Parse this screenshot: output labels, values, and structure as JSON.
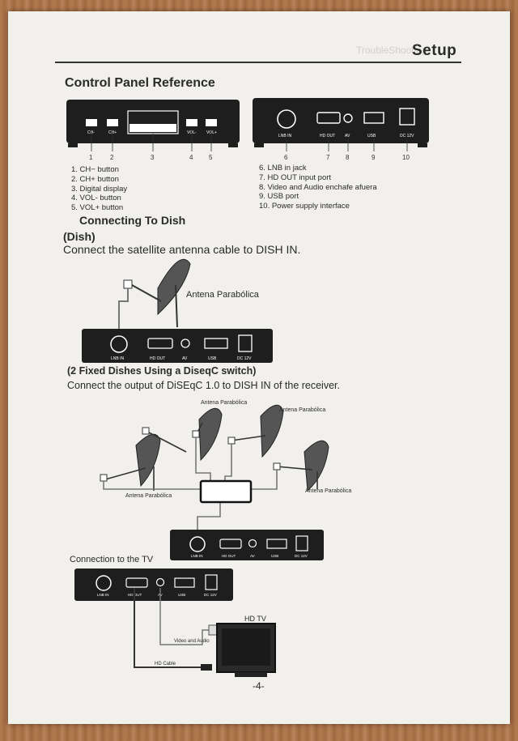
{
  "header": {
    "section": "Setup",
    "faded_header": "TroubleShooting"
  },
  "control_panel": {
    "title": "Control Panel Reference",
    "front_labels": [
      "CH-",
      "CH+",
      "VOL-",
      "VOL+"
    ],
    "front_numbers": [
      "1",
      "2",
      "3",
      "4",
      "5"
    ],
    "rear_labels": [
      "LNB IN",
      "HD OUT",
      "AV",
      "USB",
      "DC 12V"
    ],
    "rear_numbers": [
      "6",
      "7",
      "8",
      "9",
      "10"
    ],
    "items_left": [
      "1.  CH−  button",
      "2.  CH+ button",
      "3.  Digital display",
      "4.  VOL-  button",
      "5.  VOL+ button"
    ],
    "items_right": [
      "6.  LNB in jack",
      "7.  HD OUT input port",
      "8.  Video and Audio enchafe afuera",
      "9.  USB port",
      "10. Power supply interface"
    ]
  },
  "dish": {
    "heading": "Connecting To Dish",
    "subheading": "(Dish)",
    "instruction": "Connect the satellite antenna cable to DISH IN.",
    "antenna_label": "Antena Parabólica"
  },
  "diseqc": {
    "heading": "(2 Fixed Dishes Using a DiseqC switch)",
    "instruction": "Connect the output of DiSEqC 1.0 to DISH IN of the receiver.",
    "antenna_labels": [
      "Antena Parabólica",
      "Antena Parabólica",
      "Antena Parabólica",
      "Antena Parabólica"
    ]
  },
  "tv": {
    "heading": "Connection to the TV",
    "tv_label": "HD TV",
    "av_cable_label": "Video and Audio",
    "hd_cable_label": "HD Cable"
  },
  "footer": {
    "page_number": "-4-"
  }
}
